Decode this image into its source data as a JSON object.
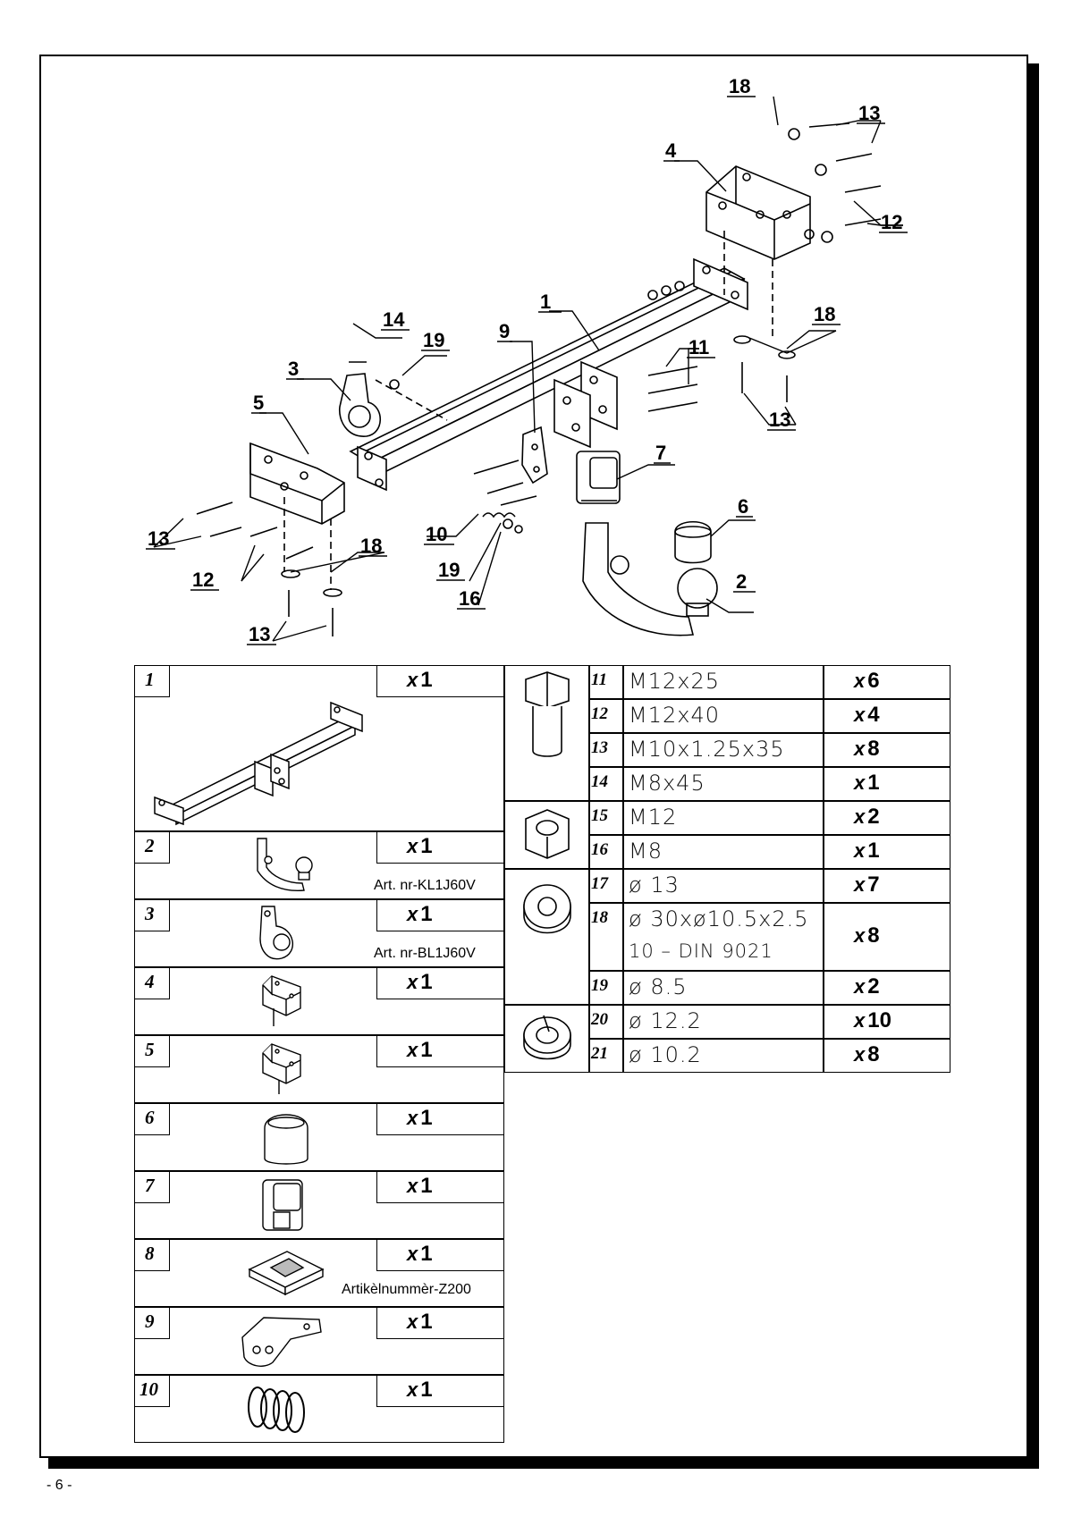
{
  "page_number": "- 6 -",
  "callouts": [
    {
      "id": "c1",
      "label": "1"
    },
    {
      "id": "c2",
      "label": "2"
    },
    {
      "id": "c3",
      "label": "3"
    },
    {
      "id": "c4",
      "label": "4"
    },
    {
      "id": "c5",
      "label": "5"
    },
    {
      "id": "c6",
      "label": "6"
    },
    {
      "id": "c7",
      "label": "7"
    },
    {
      "id": "c9",
      "label": "9"
    },
    {
      "id": "c10",
      "label": "10"
    },
    {
      "id": "c11",
      "label": "11"
    },
    {
      "id": "c12a",
      "label": "12"
    },
    {
      "id": "c12b",
      "label": "12"
    },
    {
      "id": "c13a",
      "label": "13"
    },
    {
      "id": "c13b",
      "label": "13"
    },
    {
      "id": "c13c",
      "label": "13"
    },
    {
      "id": "c13d",
      "label": "13"
    },
    {
      "id": "c14",
      "label": "14"
    },
    {
      "id": "c16",
      "label": "16"
    },
    {
      "id": "c18a",
      "label": "18"
    },
    {
      "id": "c18b",
      "label": "18"
    },
    {
      "id": "c18c",
      "label": "18"
    },
    {
      "id": "c19a",
      "label": "19"
    },
    {
      "id": "c19b",
      "label": "19"
    }
  ],
  "parts_left": [
    {
      "idx": "1",
      "qty_prefix": "x",
      "qty": "1",
      "article": "",
      "icon": "crossbar-icon"
    },
    {
      "idx": "2",
      "qty_prefix": "x",
      "qty": "1",
      "article": "Art. nr-KL1J60V",
      "icon": "towbar-hook-icon"
    },
    {
      "idx": "3",
      "qty_prefix": "x",
      "qty": "1",
      "article": "Art. nr-BL1J60V",
      "icon": "socket-plate-icon"
    },
    {
      "idx": "4",
      "qty_prefix": "x",
      "qty": "1",
      "article": "",
      "icon": "bracket-icon"
    },
    {
      "idx": "5",
      "qty_prefix": "x",
      "qty": "1",
      "article": "",
      "icon": "bracket-icon"
    },
    {
      "idx": "6",
      "qty_prefix": "x",
      "qty": "1",
      "article": "",
      "icon": "ball-cap-icon"
    },
    {
      "idx": "7",
      "qty_prefix": "x",
      "qty": "1",
      "article": "",
      "icon": "hook-holder-icon"
    },
    {
      "idx": "8",
      "qty_prefix": "x",
      "qty": "1",
      "article": "Artikèlnummèr-Z200",
      "icon": "plug-box-icon"
    },
    {
      "idx": "9",
      "qty_prefix": "x",
      "qty": "1",
      "article": "",
      "icon": "plate-icon"
    },
    {
      "idx": "10",
      "qty_prefix": "x",
      "qty": "1",
      "article": "",
      "icon": "spring-icon"
    }
  ],
  "parts_right": [
    {
      "idx": "11",
      "spec": "M12x25",
      "qty_prefix": "x",
      "qty": "6"
    },
    {
      "idx": "12",
      "spec": "M12x40",
      "qty_prefix": "x",
      "qty": "4"
    },
    {
      "idx": "13",
      "spec": "M10x1.25x35",
      "qty_prefix": "x",
      "qty": "8"
    },
    {
      "idx": "14",
      "spec": "M8x45",
      "qty_prefix": "x",
      "qty": "1"
    },
    {
      "idx": "15",
      "spec": "M12",
      "qty_prefix": "x",
      "qty": "2"
    },
    {
      "idx": "16",
      "spec": "M8",
      "qty_prefix": "x",
      "qty": "1"
    },
    {
      "idx": "17",
      "spec": "ø 13",
      "qty_prefix": "x",
      "qty": "7"
    },
    {
      "idx": "18",
      "spec": "ø 30xø10.5x2.5",
      "spec2": "10 – DIN 9021",
      "qty_prefix": "x",
      "qty": "8"
    },
    {
      "idx": "19",
      "spec": "ø 8.5",
      "qty_prefix": "x",
      "qty": "2"
    },
    {
      "idx": "20",
      "spec": "ø 12.2",
      "qty_prefix": "x",
      "qty": "10"
    },
    {
      "idx": "21",
      "spec": "ø 10.2",
      "qty_prefix": "x",
      "qty": "8"
    }
  ],
  "hardware_groups": [
    {
      "name": "bolt",
      "icon": "bolt-icon"
    },
    {
      "name": "nut",
      "icon": "nut-icon"
    },
    {
      "name": "washer",
      "icon": "washer-icon"
    },
    {
      "name": "spring-washer",
      "icon": "spring-washer-icon"
    }
  ]
}
